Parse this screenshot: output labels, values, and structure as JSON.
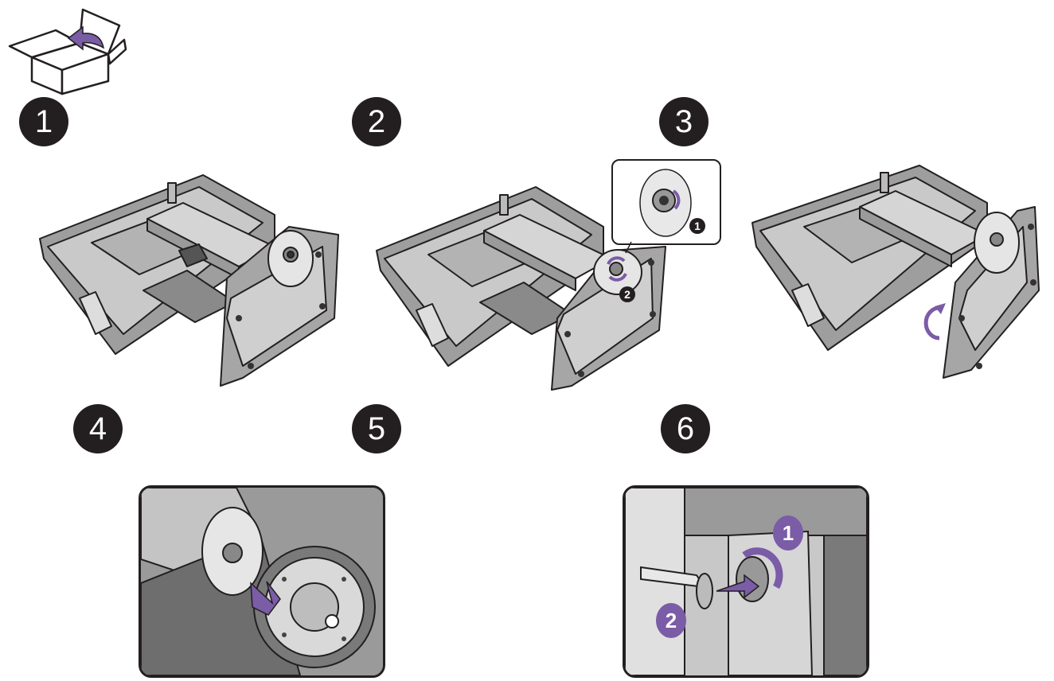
{
  "steps": [
    {
      "number": "1"
    },
    {
      "number": "2",
      "substeps": [
        "1",
        "2"
      ]
    },
    {
      "number": "3"
    },
    {
      "number": "4"
    },
    {
      "number": "5"
    },
    {
      "number": "6",
      "substeps": [
        "1",
        "2"
      ]
    }
  ],
  "icons": {
    "box": "open-box-icon",
    "rotate": "rotate-arrow-icon",
    "push": "push-arrow-icon"
  },
  "colors": {
    "badge": "#231f20",
    "accent": "#7b5ca6",
    "metal": "#b8b8b8",
    "outline": "#231f20"
  }
}
